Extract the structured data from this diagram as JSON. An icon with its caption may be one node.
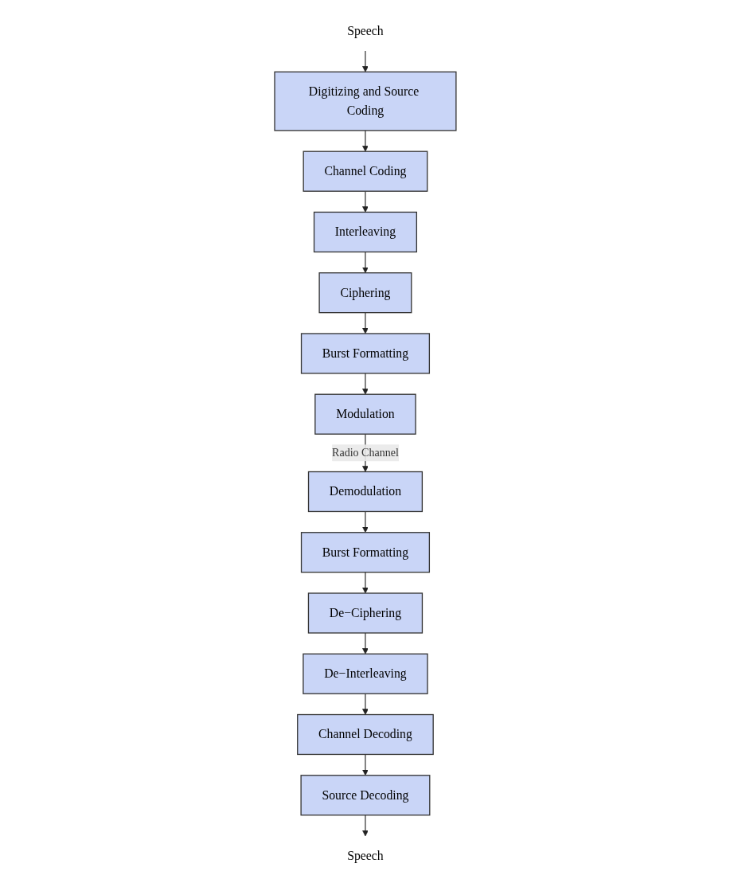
{
  "diagram": {
    "nodes": [
      {
        "text": [
          "Speech"
        ]
      },
      {
        "text": [
          "Digitizing and Source Coding"
        ]
      },
      {
        "text": [
          "Channel Coding"
        ]
      },
      {
        "text": [
          "Interleaving"
        ]
      },
      {
        "text": [
          "Ciphering"
        ]
      },
      {
        "text": [
          "Burst Formatting"
        ]
      },
      {
        "text": [
          "Modulation"
        ]
      },
      {
        "text": [
          "Speech"
        ]
      },
      {
        "text": [
          "Source Decoding"
        ]
      },
      {
        "text": [
          "Channel Decoding"
        ]
      },
      {
        "text": [
          "De−Interleaving"
        ]
      },
      {
        "text": [
          "De−Ciphering"
        ]
      },
      {
        "text": [
          "Burst Formatting"
        ]
      },
      {
        "text": [
          "Demodulation"
        ]
      }
    ],
    "edges": [
      {
        "from": 0,
        "to": 1,
        "arrow": "to"
      },
      {
        "from": 1,
        "to": 2,
        "arrow": "to"
      },
      {
        "from": 2,
        "to": 3,
        "arrow": "to"
      },
      {
        "from": 3,
        "to": 4,
        "arrow": "to"
      },
      {
        "from": 4,
        "to": 5,
        "arrow": "to"
      },
      {
        "from": 5,
        "to": 6,
        "arrow": "to"
      },
      {
        "from": 6,
        "to": 13,
        "arrow": "to",
        "label": "Radio Channel"
      },
      {
        "from": 13,
        "to": 12,
        "arrow": "to"
      },
      {
        "from": 12,
        "to": 11,
        "arrow": "to"
      },
      {
        "from": 11,
        "to": 10,
        "arrow": "to"
      },
      {
        "from": 10,
        "to": 9,
        "arrow": "to"
      },
      {
        "from": 9,
        "to": 8,
        "arrow": "to"
      },
      {
        "from": 8,
        "to": 7,
        "arrow": "to"
      }
    ]
  }
}
